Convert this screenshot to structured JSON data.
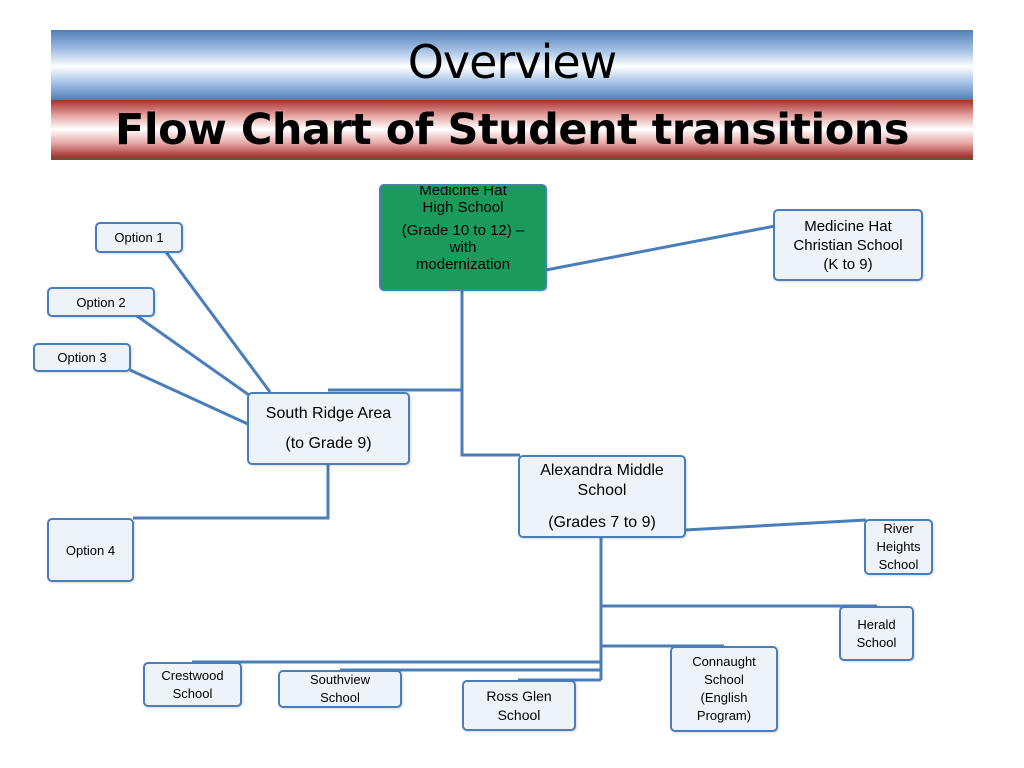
{
  "header": {
    "title": "Overview",
    "subtitle": "Flow Chart of Student transitions"
  },
  "nodes": {
    "mhhs": {
      "line1": "Medicine Hat",
      "line2": "High School",
      "line3": "(Grade 10 to 12) –",
      "line4": "with",
      "line5": "modernization"
    },
    "mhcs": {
      "line1": "Medicine Hat",
      "line2": "Christian School",
      "line3": "(K to 9)"
    },
    "option1": "Option 1",
    "option2": "Option 2",
    "option3": "Option 3",
    "option4": "Option 4",
    "south_ridge": {
      "line1": "South Ridge Area",
      "line2": "(to Grade 9)"
    },
    "alexandra": {
      "line1": "Alexandra Middle",
      "line2": "School",
      "line3": "(Grades 7 to 9)"
    },
    "river_heights": {
      "line1": "River",
      "line2": "Heights",
      "line3": "School"
    },
    "herald": {
      "line1": "Herald",
      "line2": "School"
    },
    "connaught": {
      "line1": "Connaught",
      "line2": "School",
      "line3": "(English",
      "line4": "Program)"
    },
    "ross_glen": {
      "line1": "Ross Glen",
      "line2": "School"
    },
    "southview": {
      "line1": "Southview",
      "line2": "School"
    },
    "crestwood": {
      "line1": "Crestwood",
      "line2": "School"
    }
  },
  "colors": {
    "connector": "#4a7ebb",
    "hub_fill": "#1a9a5b",
    "node_fill": "#eef3fa",
    "node_border": "#4a7ebb"
  }
}
